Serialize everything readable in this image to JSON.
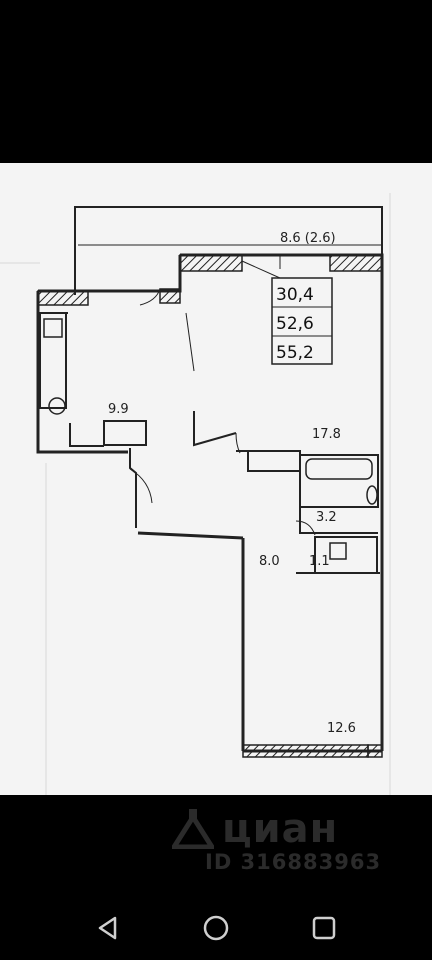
{
  "plan": {
    "balcony_label": "8.6 (2.6)",
    "area_box": [
      "30,4",
      "52,6",
      "55,2"
    ],
    "rooms": {
      "kitchen": "9.9",
      "living": "17.8",
      "bath": "3.2",
      "hall": "8.0",
      "wc": "1.1",
      "bedroom": "12.6"
    }
  },
  "watermark": {
    "brand": "циан",
    "listing_id": "ID 316883963"
  },
  "navbar": {
    "back": "back-icon",
    "home": "home-icon",
    "recents": "recents-icon"
  },
  "colors": {
    "background": "#000000",
    "paper": "#f4f4f4",
    "ink": "#222222",
    "watermark": "#2b2b2b"
  }
}
